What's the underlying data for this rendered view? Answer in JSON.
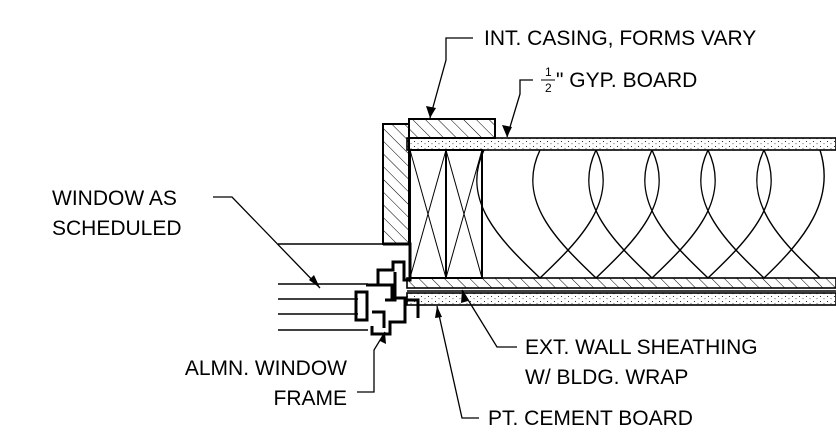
{
  "callouts": {
    "int_casing": "INT. CASING, FORMS VARY",
    "gyp_board_fraction_num": "1",
    "gyp_board_fraction_den": "2",
    "gyp_board_text": "\" GYP. BOARD",
    "window_line1": "WINDOW AS",
    "window_line2": "SCHEDULED",
    "ext_sheathing_line1": "EXT. WALL SHEATHING",
    "ext_sheathing_line2": "W/ BLDG. WRAP",
    "frame_line1": "ALMN. WINDOW",
    "frame_line2": "FRAME",
    "cement_board": "PT. CEMENT BOARD"
  },
  "colors": {
    "ink": "#000000",
    "background": "#ffffff"
  }
}
